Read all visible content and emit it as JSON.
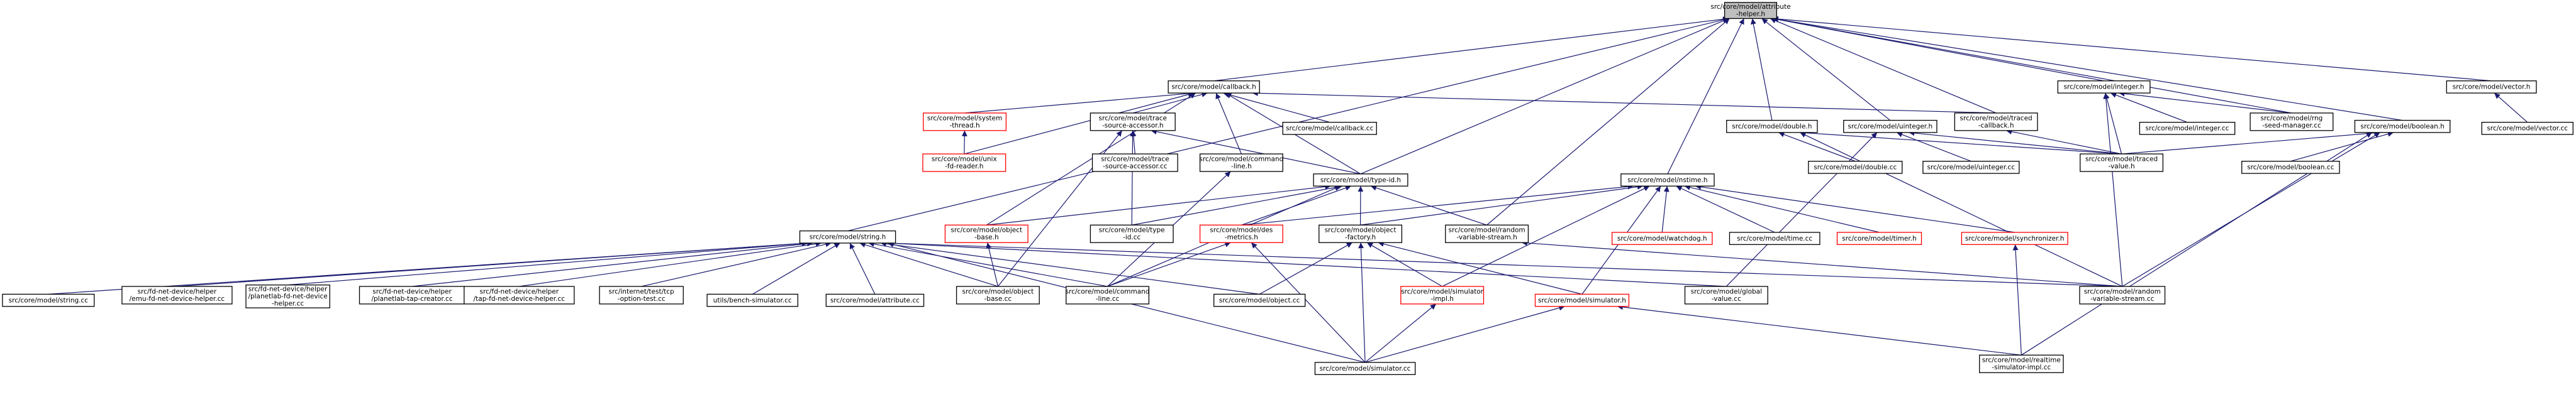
{
  "colors": {
    "edge": "#191970",
    "border_normal": "#000000",
    "border_missing": "#ff0000",
    "fill_normal": "#ffffff",
    "fill_root": "#bfbfbf",
    "text": "#000000"
  },
  "nodes": [
    {
      "id": "attribute_helper",
      "lines": [
        "src/core/model/attribute",
        "-helper.h"
      ],
      "kind": "root"
    },
    {
      "id": "callback_h",
      "lines": [
        "src/core/model/callback.h"
      ],
      "kind": "normal"
    },
    {
      "id": "integer_h",
      "lines": [
        "src/core/model/integer.h"
      ],
      "kind": "normal"
    },
    {
      "id": "vector_h",
      "lines": [
        "src/core/model/vector.h"
      ],
      "kind": "normal"
    },
    {
      "id": "system_thread_h",
      "lines": [
        "src/core/model/system",
        "-thread.h"
      ],
      "kind": "missing"
    },
    {
      "id": "trace_source_accessor_h",
      "lines": [
        "src/core/model/trace",
        "-source-accessor.h"
      ],
      "kind": "normal"
    },
    {
      "id": "callback_cc",
      "lines": [
        "src/core/model/callback.cc"
      ],
      "kind": "normal"
    },
    {
      "id": "double_h",
      "lines": [
        "src/core/model/double.h"
      ],
      "kind": "normal"
    },
    {
      "id": "uinteger_h",
      "lines": [
        "src/core/model/uinteger.h"
      ],
      "kind": "normal"
    },
    {
      "id": "traced_callback_h",
      "lines": [
        "src/core/model/traced",
        "-callback.h"
      ],
      "kind": "normal"
    },
    {
      "id": "integer_cc",
      "lines": [
        "src/core/model/integer.cc"
      ],
      "kind": "normal"
    },
    {
      "id": "rng_seed_manager_cc",
      "lines": [
        "src/core/model/rng",
        "-seed-manager.cc"
      ],
      "kind": "normal"
    },
    {
      "id": "boolean_h",
      "lines": [
        "src/core/model/boolean.h"
      ],
      "kind": "normal"
    },
    {
      "id": "vector_cc",
      "lines": [
        "src/core/model/vector.cc"
      ],
      "kind": "normal"
    },
    {
      "id": "unix_fd_reader_h",
      "lines": [
        "src/core/model/unix",
        "-fd-reader.h"
      ],
      "kind": "missing"
    },
    {
      "id": "trace_source_accessor_cc",
      "lines": [
        "src/core/model/trace",
        "-source-accessor.cc"
      ],
      "kind": "normal"
    },
    {
      "id": "command_line_h",
      "lines": [
        "src/core/model/command",
        "-line.h"
      ],
      "kind": "normal"
    },
    {
      "id": "double_cc",
      "lines": [
        "src/core/model/double.cc"
      ],
      "kind": "normal"
    },
    {
      "id": "uinteger_cc",
      "lines": [
        "src/core/model/uinteger.cc"
      ],
      "kind": "normal"
    },
    {
      "id": "traced_value_h",
      "lines": [
        "src/core/model/traced",
        "-value.h"
      ],
      "kind": "normal"
    },
    {
      "id": "boolean_cc",
      "lines": [
        "src/core/model/boolean.cc"
      ],
      "kind": "normal"
    },
    {
      "id": "realtime_h",
      "lines": [
        "src/core/model/nstime.h"
      ],
      "kind": "normal"
    },
    {
      "id": "type_id_h",
      "lines": [
        "src/core/model/type-id.h"
      ],
      "kind": "normal"
    },
    {
      "id": "string_h",
      "lines": [
        "src/core/model/string.h"
      ],
      "kind": "normal"
    },
    {
      "id": "object_base_h",
      "lines": [
        "src/core/model/object",
        "-base.h"
      ],
      "kind": "missing"
    },
    {
      "id": "type_id_cc",
      "lines": [
        "src/core/model/type",
        "-id.cc"
      ],
      "kind": "normal"
    },
    {
      "id": "des_metrics_h",
      "lines": [
        "src/core/model/des",
        "-metrics.h"
      ],
      "kind": "missing"
    },
    {
      "id": "object_factory_h",
      "lines": [
        "src/core/model/object",
        "-factory.h"
      ],
      "kind": "normal"
    },
    {
      "id": "random_variable_stream_h",
      "lines": [
        "src/core/model/random",
        "-variable-stream.h"
      ],
      "kind": "normal"
    },
    {
      "id": "watchdog_h",
      "lines": [
        "src/core/model/watchdog.h"
      ],
      "kind": "missing"
    },
    {
      "id": "time_cc",
      "lines": [
        "src/core/model/time.cc"
      ],
      "kind": "normal"
    },
    {
      "id": "timer_h",
      "lines": [
        "src/core/model/timer.h"
      ],
      "kind": "missing"
    },
    {
      "id": "synchronizer_h",
      "lines": [
        "src/core/model/synchronizer.h"
      ],
      "kind": "missing"
    },
    {
      "id": "string_cc",
      "lines": [
        "src/core/model/string.cc"
      ],
      "kind": "normal"
    },
    {
      "id": "emu_fd_net_device_helper_cc",
      "lines": [
        "src/fd-net-device/helper",
        "/emu-fd-net-device-helper.cc"
      ],
      "kind": "normal"
    },
    {
      "id": "planetlab_fd_net_device_helper_cc",
      "lines": [
        "src/fd-net-device/helper",
        "/planetlab-fd-net-device",
        "-helper.cc"
      ],
      "kind": "normal"
    },
    {
      "id": "planetlab_tap_creator_cc",
      "lines": [
        "src/fd-net-device/helper",
        "/planetlab-tap-creator.cc"
      ],
      "kind": "normal"
    },
    {
      "id": "tap_fd_net_device_helper_cc",
      "lines": [
        "src/fd-net-device/helper",
        "/tap-fd-net-device-helper.cc"
      ],
      "kind": "normal"
    },
    {
      "id": "option_test_cc",
      "lines": [
        "src/internet/test/tcp",
        "-option-test.cc"
      ],
      "kind": "normal"
    },
    {
      "id": "bench_simulator_cc",
      "lines": [
        "utils/bench-simulator.cc"
      ],
      "kind": "normal"
    },
    {
      "id": "attribute_cc",
      "lines": [
        "src/core/model/attribute.cc"
      ],
      "kind": "normal"
    },
    {
      "id": "object_base_cc",
      "lines": [
        "src/core/model/object",
        "-base.cc"
      ],
      "kind": "normal"
    },
    {
      "id": "command_line_cc",
      "lines": [
        "src/core/model/command",
        "-line.cc"
      ],
      "kind": "normal"
    },
    {
      "id": "object_cc",
      "lines": [
        "src/core/model/object.cc"
      ],
      "kind": "normal"
    },
    {
      "id": "simulator_impl_h",
      "lines": [
        "src/core/model/simulator",
        "-impl.h"
      ],
      "kind": "missing"
    },
    {
      "id": "simulator_h",
      "lines": [
        "src/core/model/simulator.h"
      ],
      "kind": "missing"
    },
    {
      "id": "global_value_cc",
      "lines": [
        "src/core/model/global",
        "-value.cc"
      ],
      "kind": "normal"
    },
    {
      "id": "random_variable_stream_cc",
      "lines": [
        "src/core/model/random",
        "-variable-stream.cc"
      ],
      "kind": "normal"
    },
    {
      "id": "simulator_cc",
      "lines": [
        "src/core/model/simulator.cc"
      ],
      "kind": "normal"
    },
    {
      "id": "realtime_simulator_impl_cc",
      "lines": [
        "src/core/model/realtime",
        "-simulator-impl.cc"
      ],
      "kind": "normal"
    }
  ],
  "edges": [
    [
      "callback_h",
      "attribute_helper"
    ],
    [
      "integer_h",
      "attribute_helper"
    ],
    [
      "vector_h",
      "attribute_helper"
    ],
    [
      "double_h",
      "attribute_helper"
    ],
    [
      "uinteger_h",
      "attribute_helper"
    ],
    [
      "traced_callback_h",
      "attribute_helper"
    ],
    [
      "rng_seed_manager_cc",
      "attribute_helper"
    ],
    [
      "boolean_h",
      "attribute_helper"
    ],
    [
      "realtime_h",
      "attribute_helper"
    ],
    [
      "type_id_h",
      "attribute_helper"
    ],
    [
      "string_h",
      "attribute_helper"
    ],
    [
      "random_variable_stream_h",
      "attribute_helper"
    ],
    [
      "system_thread_h",
      "callback_h"
    ],
    [
      "trace_source_accessor_h",
      "callback_h"
    ],
    [
      "callback_cc",
      "callback_h"
    ],
    [
      "traced_callback_h",
      "callback_h"
    ],
    [
      "unix_fd_reader_h",
      "callback_h"
    ],
    [
      "command_line_h",
      "callback_h"
    ],
    [
      "type_id_h",
      "callback_h"
    ],
    [
      "object_base_h",
      "callback_h"
    ],
    [
      "integer_cc",
      "integer_h"
    ],
    [
      "rng_seed_manager_cc",
      "integer_h"
    ],
    [
      "traced_value_h",
      "integer_h"
    ],
    [
      "random_variable_stream_cc",
      "integer_h"
    ],
    [
      "vector_cc",
      "vector_h"
    ],
    [
      "unix_fd_reader_h",
      "system_thread_h"
    ],
    [
      "trace_source_accessor_cc",
      "trace_source_accessor_h"
    ],
    [
      "type_id_h",
      "trace_source_accessor_h"
    ],
    [
      "type_id_cc",
      "trace_source_accessor_h"
    ],
    [
      "object_base_cc",
      "trace_source_accessor_h"
    ],
    [
      "double_cc",
      "double_h"
    ],
    [
      "traced_value_h",
      "double_h"
    ],
    [
      "random_variable_stream_cc",
      "double_h"
    ],
    [
      "uinteger_cc",
      "uinteger_h"
    ],
    [
      "traced_value_h",
      "uinteger_h"
    ],
    [
      "global_value_cc",
      "uinteger_h"
    ],
    [
      "traced_value_h",
      "traced_callback_h"
    ],
    [
      "traced_value_h",
      "boolean_h"
    ],
    [
      "boolean_cc",
      "boolean_h"
    ],
    [
      "random_variable_stream_cc",
      "boolean_h"
    ],
    [
      "realtime_simulator_impl_cc",
      "boolean_h"
    ],
    [
      "command_line_cc",
      "command_line_h"
    ],
    [
      "des_metrics_h",
      "realtime_h"
    ],
    [
      "object_factory_h",
      "realtime_h"
    ],
    [
      "watchdog_h",
      "realtime_h"
    ],
    [
      "time_cc",
      "realtime_h"
    ],
    [
      "timer_h",
      "realtime_h"
    ],
    [
      "synchronizer_h",
      "realtime_h"
    ],
    [
      "simulator_impl_h",
      "realtime_h"
    ],
    [
      "simulator_h",
      "realtime_h"
    ],
    [
      "object_base_h",
      "type_id_h"
    ],
    [
      "type_id_cc",
      "type_id_h"
    ],
    [
      "des_metrics_h",
      "type_id_h"
    ],
    [
      "object_factory_h",
      "type_id_h"
    ],
    [
      "random_variable_stream_h",
      "type_id_h"
    ],
    [
      "command_line_cc",
      "type_id_h"
    ],
    [
      "string_cc",
      "string_h"
    ],
    [
      "emu_fd_net_device_helper_cc",
      "string_h"
    ],
    [
      "planetlab_fd_net_device_helper_cc",
      "string_h"
    ],
    [
      "planetlab_tap_creator_cc",
      "string_h"
    ],
    [
      "tap_fd_net_device_helper_cc",
      "string_h"
    ],
    [
      "option_test_cc",
      "string_h"
    ],
    [
      "bench_simulator_cc",
      "string_h"
    ],
    [
      "attribute_cc",
      "string_h"
    ],
    [
      "object_base_cc",
      "string_h"
    ],
    [
      "command_line_cc",
      "string_h"
    ],
    [
      "object_cc",
      "string_h"
    ],
    [
      "global_value_cc",
      "string_h"
    ],
    [
      "random_variable_stream_cc",
      "string_h"
    ],
    [
      "simulator_cc",
      "string_h"
    ],
    [
      "object_base_cc",
      "object_base_h"
    ],
    [
      "command_line_cc",
      "des_metrics_h"
    ],
    [
      "simulator_cc",
      "des_metrics_h"
    ],
    [
      "object_cc",
      "object_factory_h"
    ],
    [
      "simulator_impl_h",
      "object_factory_h"
    ],
    [
      "simulator_h",
      "object_factory_h"
    ],
    [
      "simulator_cc",
      "object_factory_h"
    ],
    [
      "random_variable_stream_cc",
      "random_variable_stream_h"
    ],
    [
      "realtime_simulator_impl_cc",
      "synchronizer_h"
    ],
    [
      "simulator_cc",
      "simulator_impl_h"
    ],
    [
      "simulator_cc",
      "simulator_h"
    ],
    [
      "realtime_simulator_impl_cc",
      "simulator_h"
    ]
  ]
}
